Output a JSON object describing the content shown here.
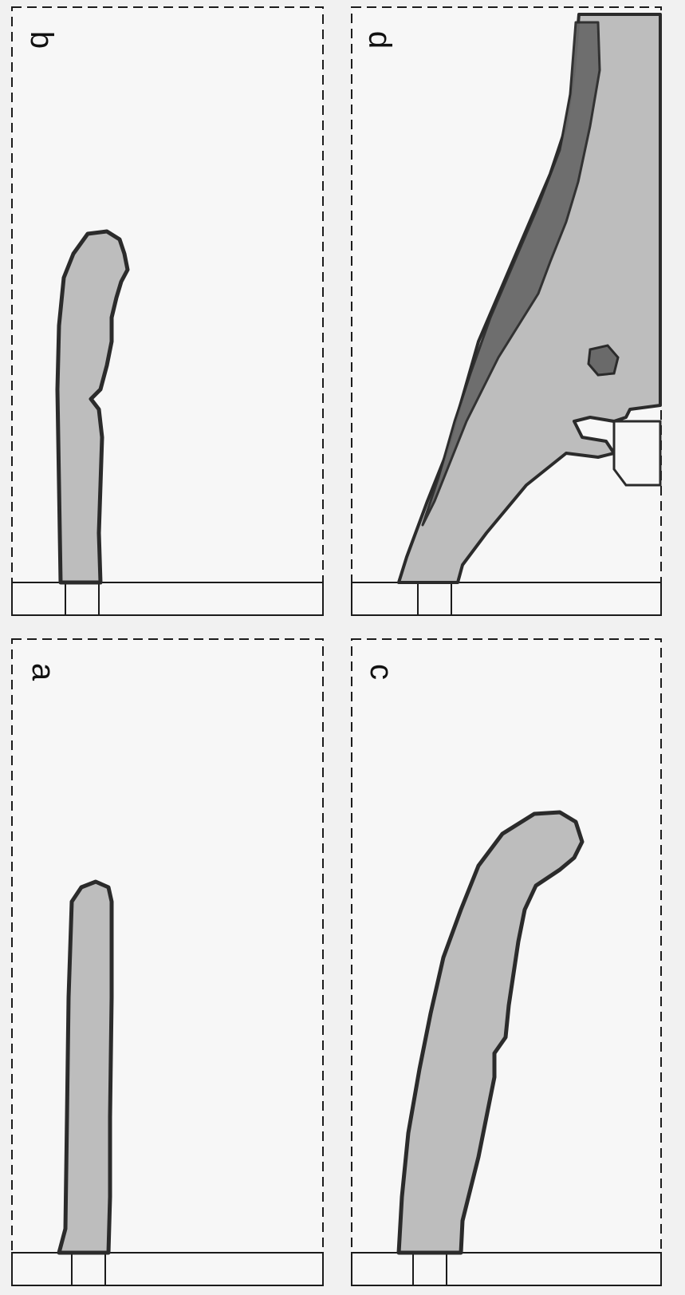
{
  "figure": {
    "panels": [
      {
        "id": "a",
        "label": "a"
      },
      {
        "id": "b",
        "label": "b"
      },
      {
        "id": "c",
        "label": "c"
      },
      {
        "id": "d",
        "label": "d"
      }
    ],
    "colors": {
      "background": "#f1f1f1",
      "panel_fill": "#f7f7f7",
      "plume_fill": "#bdbdbd",
      "plume_edge": "#2b2b2b",
      "dense_fill": "#6a6a6a",
      "frame": "#1b1b1b"
    }
  }
}
